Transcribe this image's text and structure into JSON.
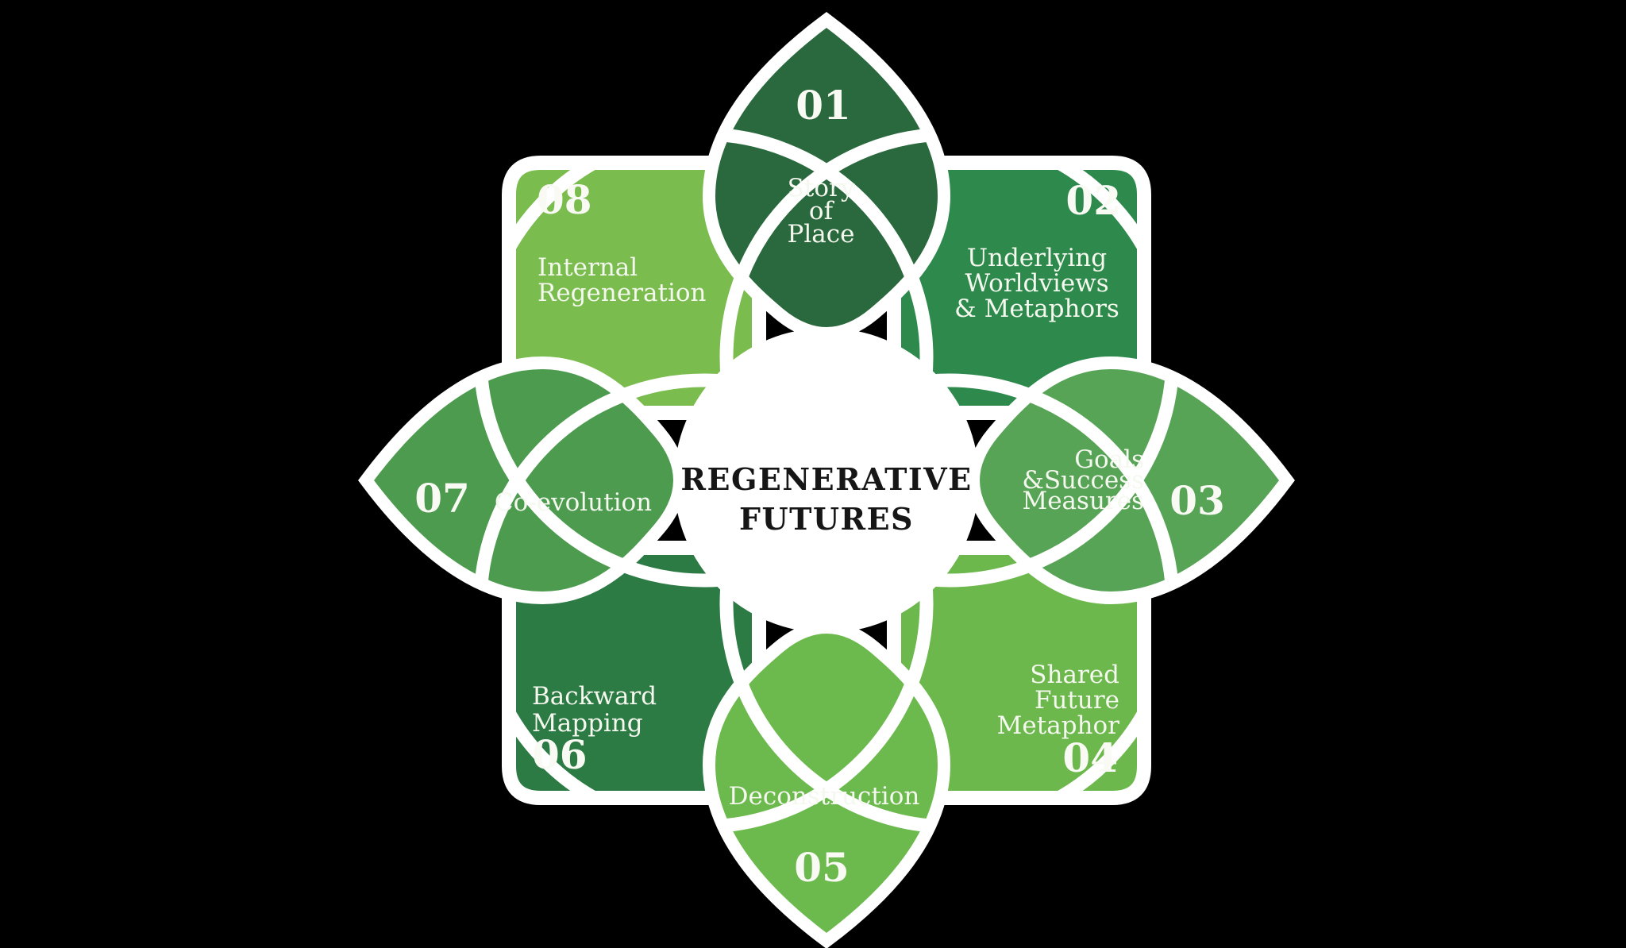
{
  "background": "#000000",
  "center": {
    "title_lines": [
      "REGENERATIVE",
      "FUTURES"
    ],
    "circle_color": "#ffffff",
    "text_color": "#161616"
  },
  "petals": [
    {
      "number": "01",
      "lines": [
        "Story",
        "of",
        "Place"
      ],
      "color": "#2a693d",
      "position": "top"
    },
    {
      "number": "02",
      "lines": [
        "Underlying",
        "Worldviews",
        "& Metaphors"
      ],
      "color": "#2e8a4c",
      "position": "top-right"
    },
    {
      "number": "03",
      "lines": [
        "Goals",
        "&Success",
        "Measures"
      ],
      "color": "#58a456",
      "position": "right"
    },
    {
      "number": "04",
      "lines": [
        "Shared",
        "Future",
        "Metaphor"
      ],
      "color": "#6cb84c",
      "position": "bottom-right"
    },
    {
      "number": "05",
      "lines": [
        "Deconstruction"
      ],
      "color": "#6cba4e",
      "position": "bottom"
    },
    {
      "number": "06",
      "lines": [
        "Backward",
        "Mapping"
      ],
      "color": "#2c7b44",
      "position": "bottom-left"
    },
    {
      "number": "07",
      "lines": [
        "Co-evolution"
      ],
      "color": "#4d9b4f",
      "position": "left"
    },
    {
      "number": "08",
      "lines": [
        "Internal",
        "Regeneration"
      ],
      "color": "#7abc4d",
      "position": "top-left"
    }
  ],
  "accent": {
    "outline": "#ffffff"
  }
}
